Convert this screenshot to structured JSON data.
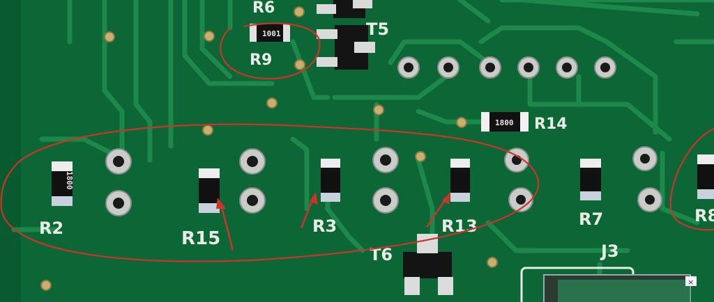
{
  "image": {
    "subject": "close-up photo of green PCB with SMD resistors, transistors and through-holes, red hand-drawn circles and arrows",
    "colors": {
      "board": "#0d6b3a",
      "trace": "#1d8a4c",
      "silkscreen": "#e8ece6",
      "annotation": "#c8352a",
      "pad": "#c9ccc8"
    }
  },
  "labels": {
    "r6": "R6",
    "t5": "T5",
    "r9": "R9",
    "r14": "R14",
    "r2": "R2",
    "r15": "R15",
    "r3": "R3",
    "r13": "R13",
    "r7": "R7",
    "r8": "R8",
    "t6": "T6",
    "j3": "J3"
  },
  "component_markings": {
    "r9": "1001",
    "r14": "1800",
    "vertical": "1800"
  }
}
